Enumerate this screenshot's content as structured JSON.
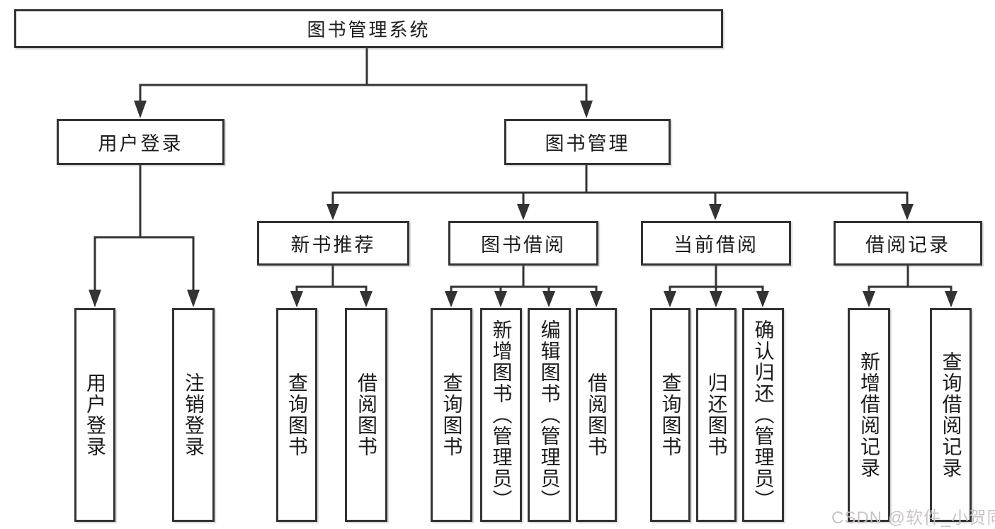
{
  "diagram": {
    "title_node": "图书管理系统",
    "level2": {
      "user_login": "用户登录",
      "book_mgmt": "图书管理"
    },
    "level3": {
      "new_book_rec": "新书推荐",
      "book_borrow": "图书借阅",
      "current_borrow": "当前借阅",
      "borrow_records": "借阅记录"
    },
    "leaves": {
      "login": "用户登录",
      "logout": "注销登录",
      "rec_query_books": "查询图书",
      "rec_borrow_books": "借阅图书",
      "bb_query_books": "查询图书",
      "bb_add_books": "新增图书（管理员）",
      "bb_edit_books": "编辑图书（管理员）",
      "bb_borrow_books": "借阅图书",
      "cb_query_books": "查询图书",
      "cb_return_books": "归还图书",
      "cb_confirm_return": "确认归还（管理员）",
      "br_add_record": "新增借阅记录",
      "br_query_record": "查询借阅记录"
    }
  },
  "watermark": "CSDN @软件_小贺同学",
  "colors": {
    "line": "#333333",
    "box_border": "#333333",
    "text": "#1c1c1c",
    "background": "#ffffff",
    "watermark": "#c6c1c4"
  }
}
